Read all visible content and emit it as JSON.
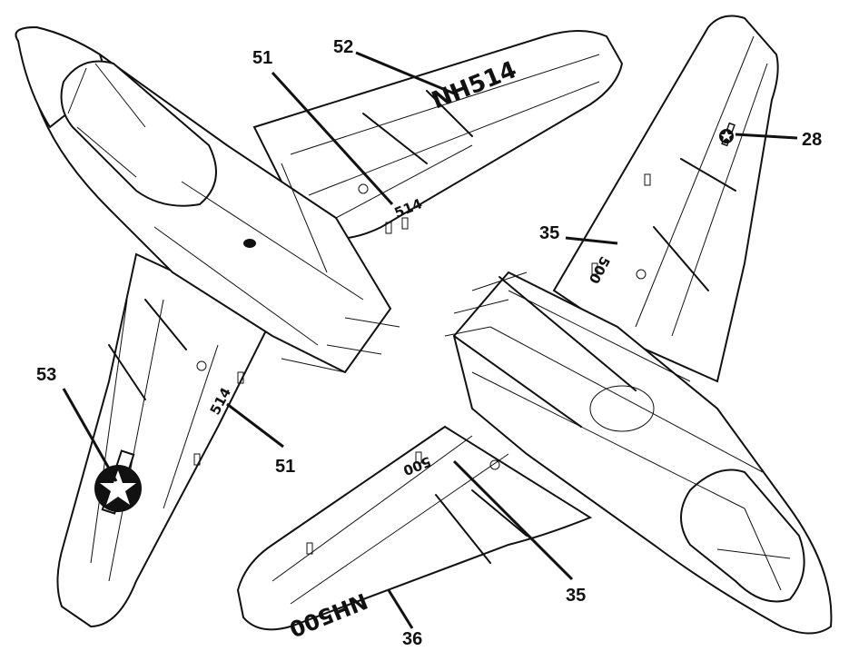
{
  "callouts": {
    "c51a": "51",
    "c52": "52",
    "c51b": "51",
    "c53": "53",
    "c28": "28",
    "c35a": "35",
    "c35b": "35",
    "c36": "36"
  },
  "markings": {
    "top_wing_code": "NH514",
    "top_wing_small": "514",
    "left_wing_small": "514",
    "bottom_wing_code": "NH500",
    "bottom_wing_small": "500",
    "right_wing_small": "500"
  }
}
